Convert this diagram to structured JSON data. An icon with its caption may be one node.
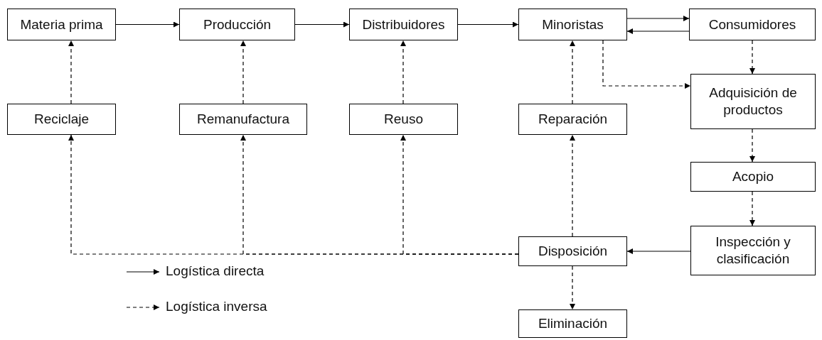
{
  "diagram": {
    "nodes": [
      {
        "text": [
          "Materia prima"
        ]
      },
      {
        "text": [
          "Producción"
        ]
      },
      {
        "text": [
          "Distribuidores"
        ]
      },
      {
        "text": [
          "Minoristas"
        ]
      },
      {
        "text": [
          "Consumidores"
        ]
      },
      {
        "text": [
          "Reciclaje"
        ]
      },
      {
        "text": [
          "Remanufactura"
        ]
      },
      {
        "text": [
          "Reuso"
        ]
      },
      {
        "text": [
          "Reparación"
        ]
      },
      {
        "text": [
          "Adquisición de productos"
        ]
      },
      {
        "text": [
          "Acopio"
        ]
      },
      {
        "text": [
          "Inspección y clasificación"
        ]
      },
      {
        "text": [
          "Disposición"
        ]
      },
      {
        "text": [
          "Eliminación"
        ]
      }
    ],
    "edges": [
      {
        "from": 0,
        "to": 1,
        "arrow": "to"
      },
      {
        "from": 1,
        "to": 2,
        "arrow": "to"
      },
      {
        "from": 2,
        "to": 3,
        "arrow": "to"
      },
      {
        "from": 3,
        "to": 4,
        "arrow": "to"
      },
      {
        "from": 4,
        "to": 3,
        "arrow": "to"
      },
      {
        "from": 3,
        "to": 9,
        "arrow": "to",
        "style": "dashed"
      },
      {
        "from": 4,
        "to": 9,
        "arrow": "to",
        "style": "dashed"
      },
      {
        "from": 9,
        "to": 10,
        "arrow": "to",
        "style": "dashed"
      },
      {
        "from": 10,
        "to": 11,
        "arrow": "to",
        "style": "dashed"
      },
      {
        "from": 11,
        "to": 12,
        "arrow": "to"
      },
      {
        "from": 12,
        "to": 5,
        "arrow": "to",
        "style": "dashed"
      },
      {
        "from": 12,
        "to": 6,
        "arrow": "to",
        "style": "dashed"
      },
      {
        "from": 12,
        "to": 7,
        "arrow": "to",
        "style": "dashed"
      },
      {
        "from": 12,
        "to": 8,
        "arrow": "to",
        "style": "dashed"
      },
      {
        "from": 12,
        "to": 13,
        "arrow": "to",
        "style": "dashed"
      },
      {
        "from": 5,
        "to": 0,
        "arrow": "to",
        "style": "dashed"
      },
      {
        "from": 6,
        "to": 1,
        "arrow": "to",
        "style": "dashed"
      },
      {
        "from": 7,
        "to": 2,
        "arrow": "to",
        "style": "dashed"
      },
      {
        "from": 8,
        "to": 3,
        "arrow": "to",
        "style": "dashed"
      }
    ],
    "legend": [
      {
        "text": "Logística directa"
      },
      {
        "text": "Logística inversa"
      }
    ]
  }
}
